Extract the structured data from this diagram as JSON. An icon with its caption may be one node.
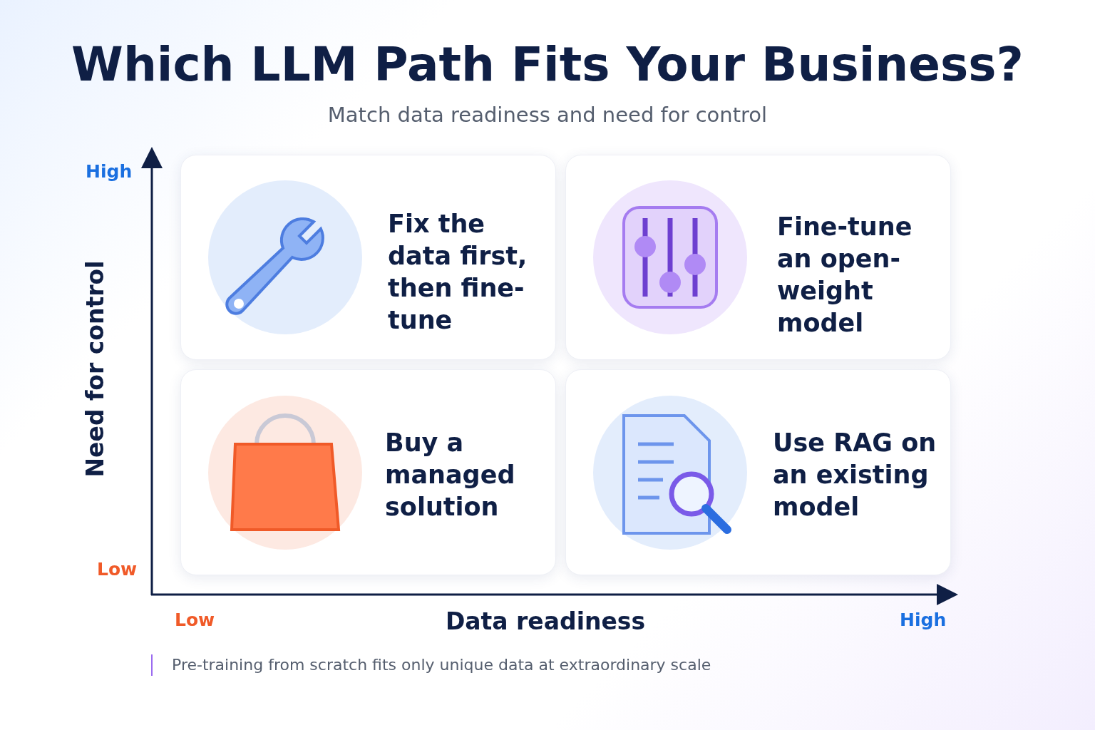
{
  "diagram": {
    "title": "Which LLM Path Fits Your Business?",
    "nodes": [
      {
        "text": [
          "Fix the data first, then fine-tune"
        ]
      },
      {
        "text": [
          "Fine-tune an open-weight model"
        ]
      },
      {
        "text": [
          "Buy a managed solution"
        ]
      },
      {
        "text": [
          "Use RAG on an existing model"
        ]
      }
    ],
    "edges": [],
    "labels": [
      "Match data readiness and need for control",
      "High",
      "Need for control",
      "Low",
      "Low",
      "Data readiness",
      "High",
      "Pre-training from scratch fits only unique data at extraordinary scale"
    ]
  }
}
